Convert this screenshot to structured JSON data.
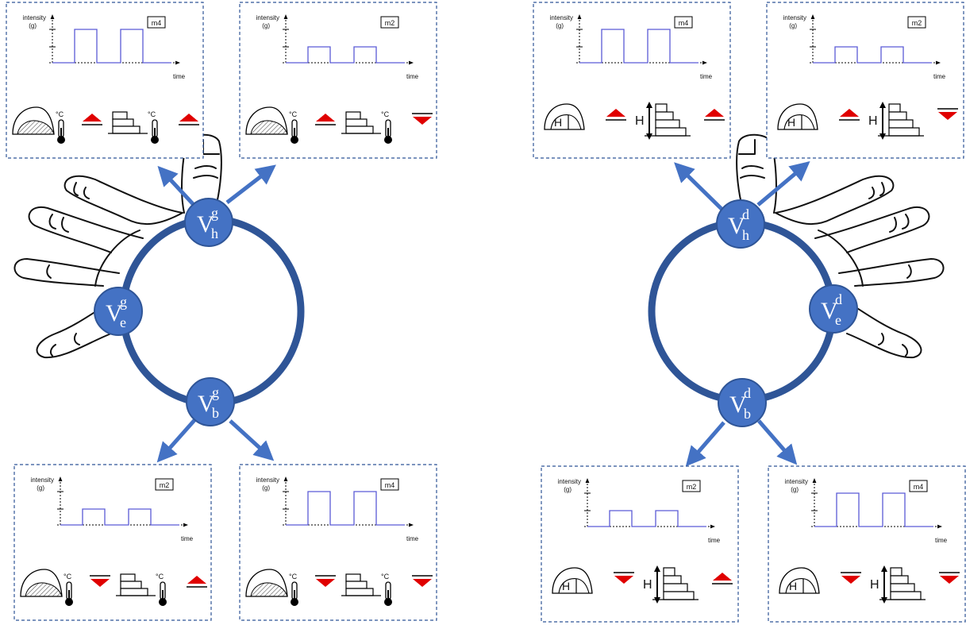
{
  "colors": {
    "ring": "#2f5597",
    "node_fill": "#4472c4",
    "node_stroke": "#2f5597",
    "arrow": "#4472c4",
    "panel_border": "#2f5597",
    "pulse": "#5a5ad6",
    "indicator": "#e00000"
  },
  "legend_text": {
    "intensity": "intensity",
    "unit": "(g)",
    "time": "time",
    "degree": "°C",
    "height": "H"
  },
  "nodes": {
    "left": [
      {
        "main": "V",
        "sup": "g",
        "sub": "h"
      },
      {
        "main": "V",
        "sup": "g",
        "sub": "e"
      },
      {
        "main": "V",
        "sup": "g",
        "sub": "b"
      }
    ],
    "right": [
      {
        "main": "V",
        "sup": "d",
        "sub": "h"
      },
      {
        "main": "V",
        "sup": "d",
        "sub": "e"
      },
      {
        "main": "V",
        "sup": "d",
        "sub": "b"
      }
    ]
  },
  "panels": [
    {
      "mode": "m4",
      "kind": "temp",
      "ind1": "up",
      "ind2": "up",
      "icon": "temperature-scenario"
    },
    {
      "mode": "m2",
      "kind": "temp",
      "ind1": "up",
      "ind2": "down",
      "icon": "temperature-scenario"
    },
    {
      "mode": "m2",
      "kind": "temp",
      "ind1": "down",
      "ind2": "up",
      "icon": "temperature-scenario"
    },
    {
      "mode": "m4",
      "kind": "temp",
      "ind1": "down",
      "ind2": "down",
      "icon": "temperature-scenario"
    },
    {
      "mode": "m4",
      "kind": "height",
      "ind1": "up",
      "ind2": "up",
      "icon": "height-scenario"
    },
    {
      "mode": "m2",
      "kind": "height",
      "ind1": "up",
      "ind2": "down",
      "icon": "height-scenario"
    },
    {
      "mode": "m2",
      "kind": "height",
      "ind1": "down",
      "ind2": "up",
      "icon": "height-scenario"
    },
    {
      "mode": "m4",
      "kind": "height",
      "ind1": "down",
      "ind2": "down",
      "icon": "height-scenario"
    }
  ]
}
